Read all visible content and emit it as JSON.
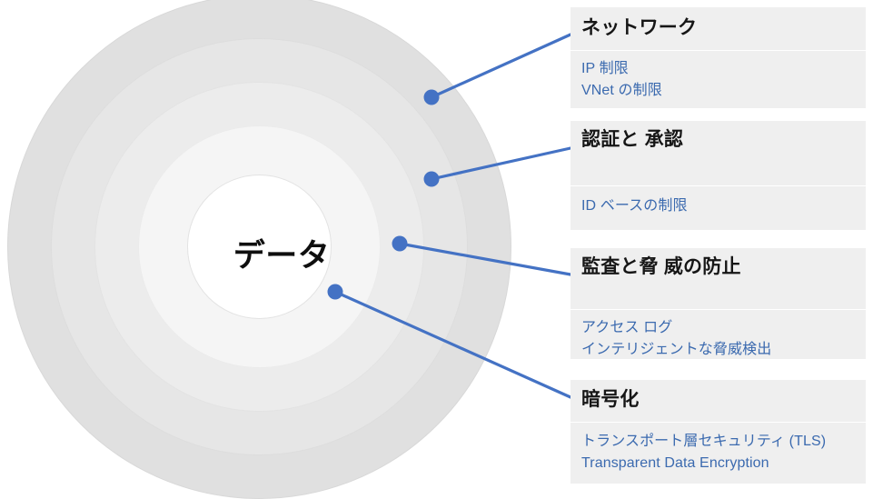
{
  "diagram": {
    "center_label": "データ",
    "rings": [
      {
        "name": "ring-outer-network",
        "fill": "#e0e0e0",
        "stroke": "#dadada"
      },
      {
        "name": "ring-auth",
        "fill": "#e6e6e6",
        "stroke": "#dedede"
      },
      {
        "name": "ring-audit",
        "fill": "#ececec",
        "stroke": "#e4e4e4"
      },
      {
        "name": "ring-encryption",
        "fill": "#f4f4f4",
        "stroke": "#ebebeb"
      },
      {
        "name": "ring-data-core",
        "fill": "#ffffff",
        "stroke": "#e3e3e3"
      }
    ],
    "connector_color": "#4472c4",
    "connectors": [
      {
        "name": "connector-network",
        "dot": [
          475,
          107
        ],
        "elbow": [
          615,
          38
        ],
        "end": [
          628,
          38
        ]
      },
      {
        "name": "connector-auth",
        "dot": [
          475,
          197
        ],
        "elbow": [
          615,
          166
        ],
        "end": [
          628,
          163
        ]
      },
      {
        "name": "connector-audit",
        "dot": [
          440,
          268
        ],
        "elbow": [
          620,
          300
        ],
        "end": [
          628,
          302
        ]
      },
      {
        "name": "connector-encryption",
        "dot": [
          369,
          321
        ],
        "elbow": [
          620,
          439
        ],
        "end": [
          628,
          436
        ]
      }
    ]
  },
  "cards": [
    {
      "id": "network",
      "title": "ネットワーク",
      "items": [
        "IP 制限",
        "VNet の制限"
      ]
    },
    {
      "id": "auth",
      "title": "認証と\n承認",
      "title_line1": "認証と",
      "title_line2": "承認",
      "items": [
        "ID ベースの制限"
      ]
    },
    {
      "id": "audit",
      "title": "監査と脅\n威の防止",
      "title_line1": "監査と脅",
      "title_line2": "威の防止",
      "items": [
        "アクセス ログ",
        "インテリジェントな脅威検出"
      ]
    },
    {
      "id": "encryption",
      "title": "暗号化",
      "items": [
        "トランスポート層セキュリティ (TLS)",
        "Transparent Data Encryption"
      ]
    }
  ],
  "colors": {
    "accent": "#4472c4",
    "card_background": "#efefef",
    "body_text": "#3b6aaf",
    "header_text": "#161616",
    "page_background": "#ffffff"
  }
}
